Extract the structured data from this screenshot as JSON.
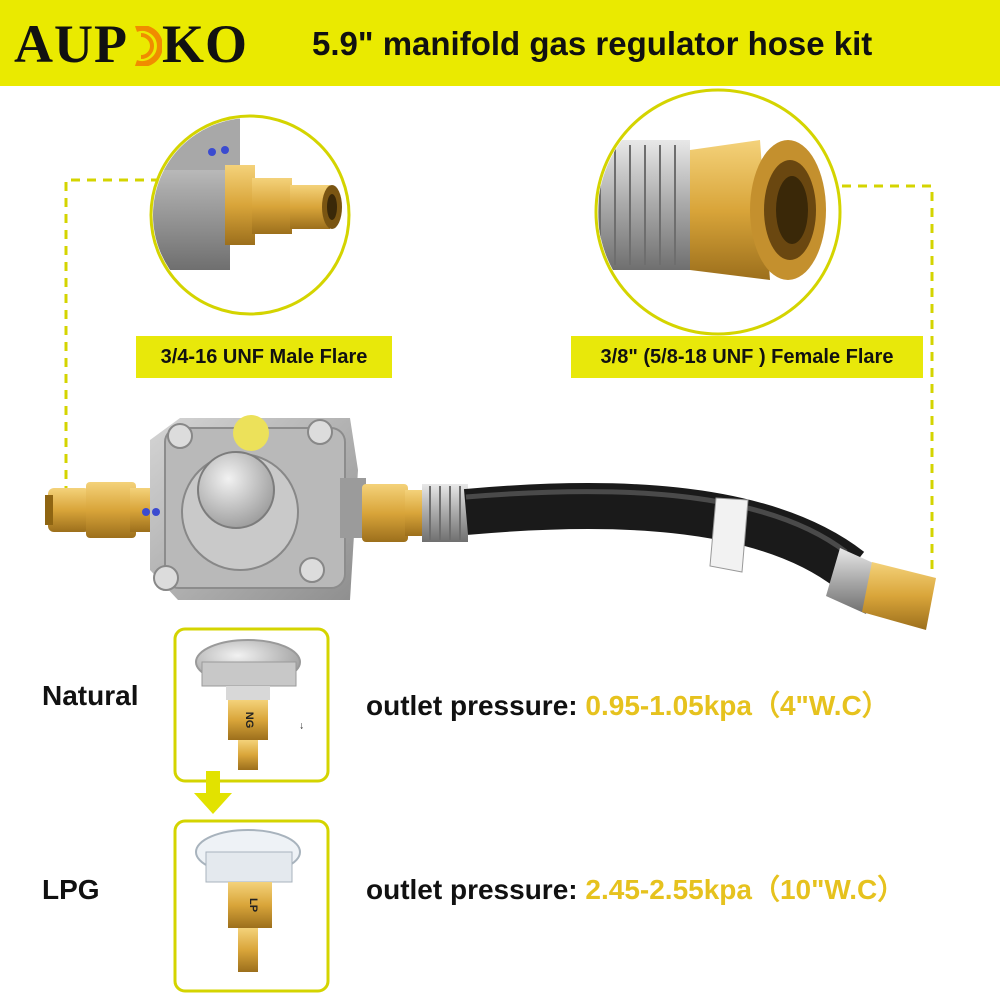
{
  "brand": {
    "logo_text_left": "AUP",
    "logo_text_right": "KO"
  },
  "title": "5.9\" manifold gas regulator hose kit",
  "callouts": {
    "male": "3/4-16 UNF Male Flare",
    "female": "3/8\" (5/8-18 UNF ) Female Flare"
  },
  "rows": [
    {
      "name": "Natural",
      "prefix": "outlet pressure:",
      "value": "0.95-1.05kpa",
      "suffix": "（4\"W.C）",
      "pin_label": "NG"
    },
    {
      "name": "LPG",
      "prefix": "outlet pressure:",
      "value": "2.45-2.55kpa",
      "suffix": "（10\"W.C）",
      "pin_label": "LP"
    }
  ],
  "colors": {
    "accent": "#eaea00",
    "value": "#e6c21e",
    "brass": "#d9a53a",
    "hose": "#1a1a1a"
  }
}
